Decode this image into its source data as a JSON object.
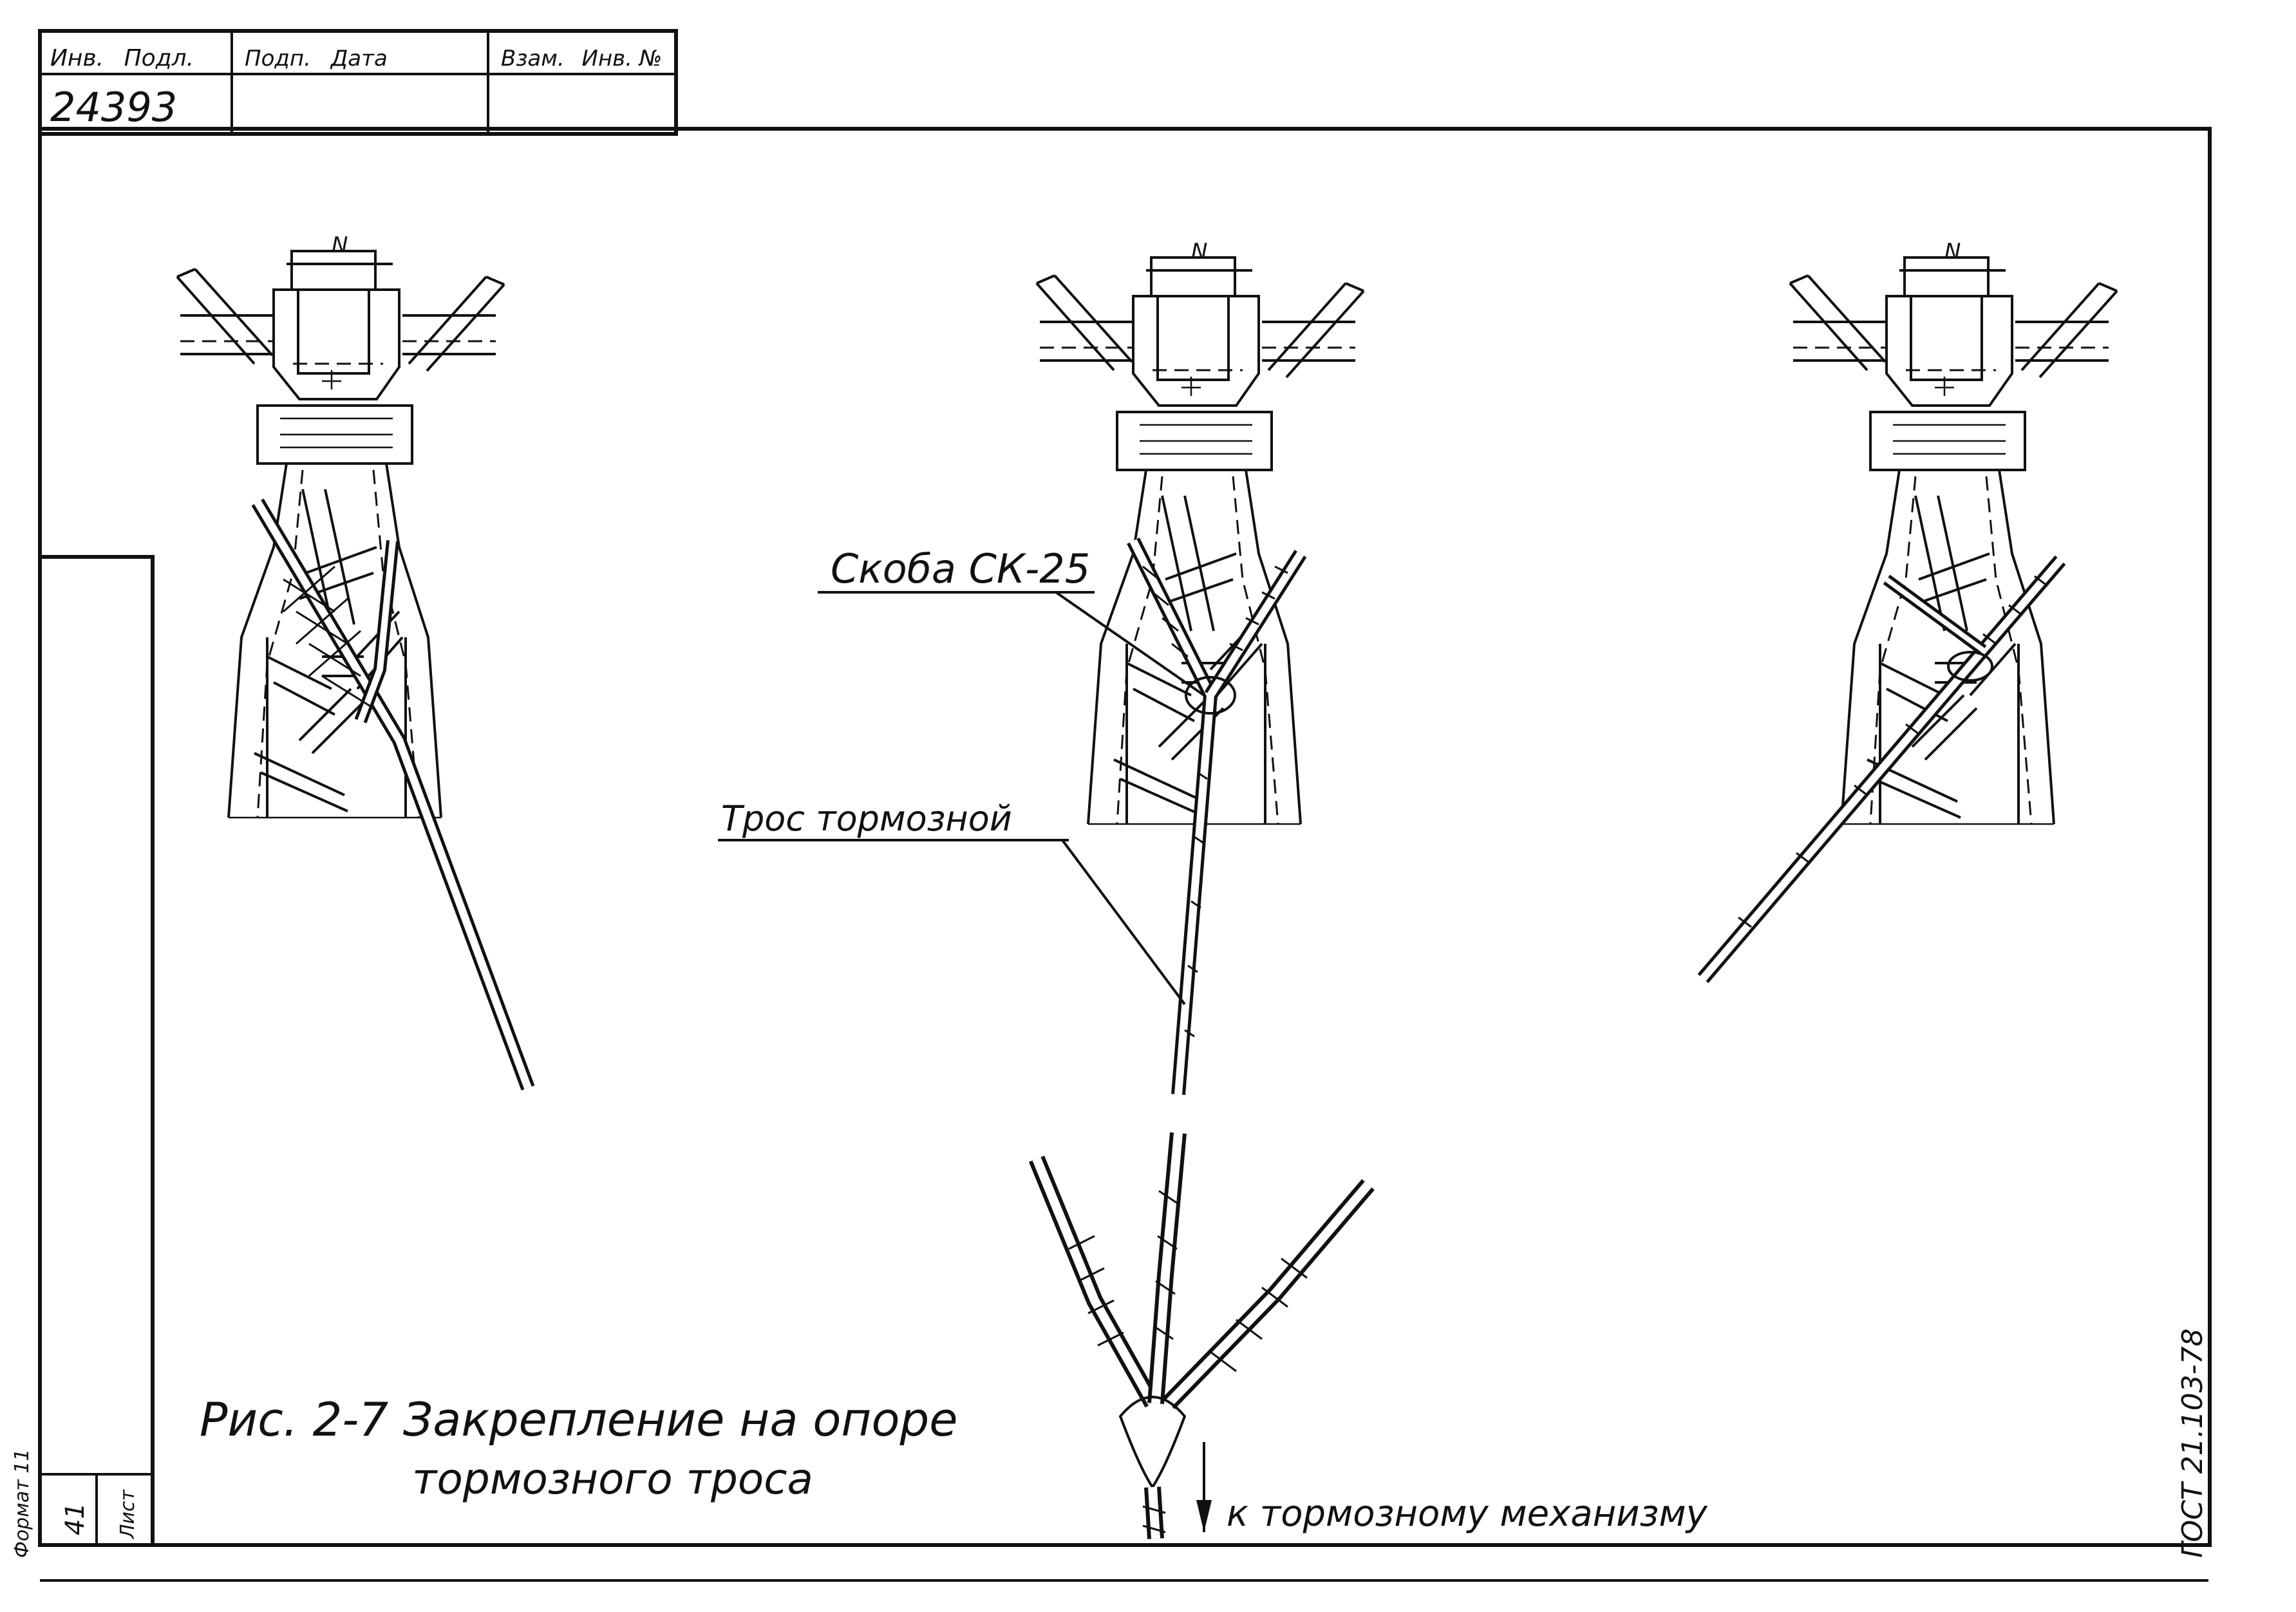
{
  "stamp": {
    "inv_label": "Инв.",
    "pod_label": "Подл.",
    "podp_label": "Подп.",
    "data_label": "Дата",
    "vzam_label": "Взам.",
    "inv_no_label": "Инв. №",
    "inv_number": "24393"
  },
  "callouts": {
    "bracket_label": "Скоба СК-25",
    "rope_label": "Трос тормозной",
    "arrow_label": "к тормозному механизму"
  },
  "caption": {
    "line1": "Рис. 2-7  Закрепление  на  опоре",
    "line2": "тормозного  троса"
  },
  "side_block": {
    "sheet_label": "Лист",
    "sheet_number": "41"
  },
  "doc_code": "ГОСТ 21.103-78",
  "format_text": "Формат 11",
  "colors": {
    "ink": "#111111",
    "paper": "#ffffff"
  },
  "towers": [
    {
      "name": "left",
      "marker": "N"
    },
    {
      "name": "center",
      "marker": "N"
    },
    {
      "name": "right",
      "marker": "N"
    }
  ]
}
